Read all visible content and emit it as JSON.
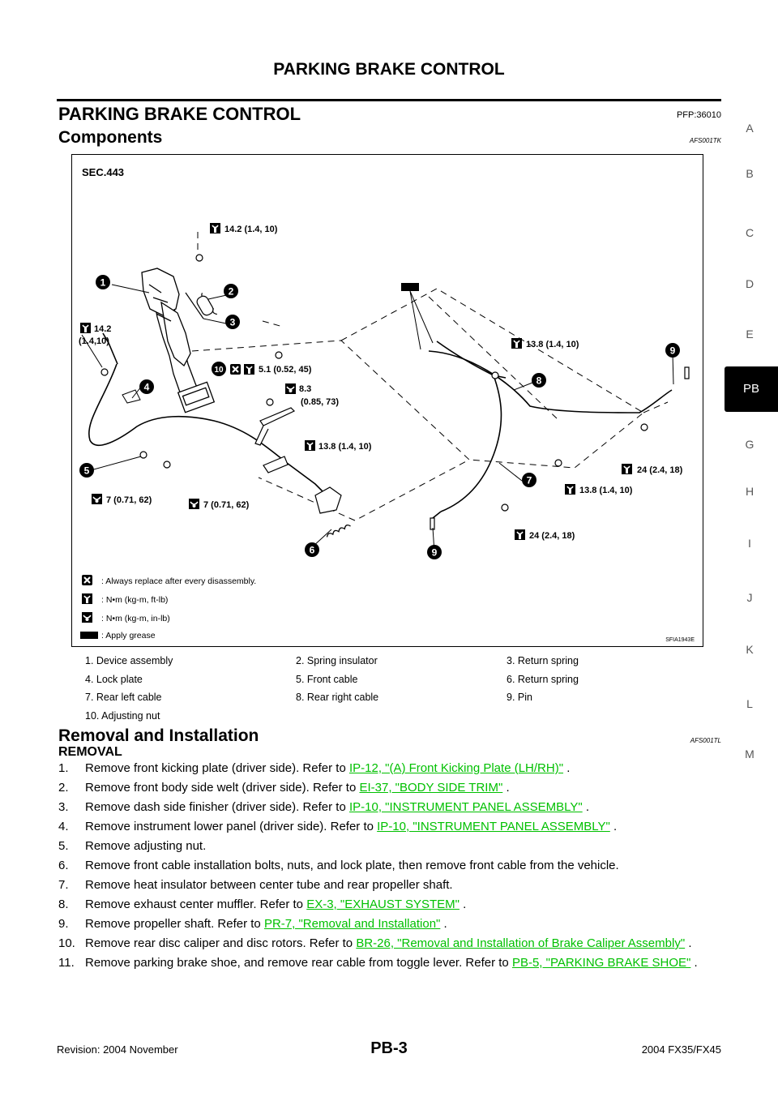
{
  "header": {
    "title": "PARKING BRAKE CONTROL"
  },
  "section": {
    "title": "PARKING BRAKE CONTROL",
    "pfp": "PFP:36010"
  },
  "components": {
    "title": "Components",
    "code": "AFS001TK"
  },
  "side_tabs": [
    "A",
    "B",
    "C",
    "D",
    "E",
    "PB",
    "G",
    "H",
    "I",
    "J",
    "K",
    "L",
    "M"
  ],
  "active_tab": "PB",
  "figure": {
    "sec": "SEC.443",
    "torques": {
      "t1": "14.2 (1.4, 10)",
      "t2a": "14.2",
      "t2b": "(1.4,10)",
      "t3": "5.1 (0.52, 45)",
      "t4a": "8.3",
      "t4b": "(0.85, 73)",
      "t5": "13.8 (1.4, 10)",
      "t6": "13.8 (1.4, 10)",
      "t7": "24 (2.4, 18)",
      "t8": "13.8 (1.4, 10)",
      "t9": "24 (2.4, 18)",
      "t10": "7 (0.71, 62)",
      "t11": "7 (0.71, 62)"
    },
    "callouts": [
      "1",
      "2",
      "3",
      "4",
      "5",
      "6",
      "7",
      "8",
      "9",
      "9",
      "10"
    ],
    "legend": [
      ": Always replace after every disassembly.",
      ": N•m (kg-m, ft-lb)",
      ": N•m (kg-m, in-lb)",
      ": Apply grease"
    ],
    "id": "SFIA1943E"
  },
  "parts": [
    [
      "1.  Device assembly",
      "2.  Spring insulator",
      "3.  Return spring"
    ],
    [
      "4.  Lock plate",
      "5.  Front cable",
      "6.  Return spring"
    ],
    [
      "7.  Rear left cable",
      "8.  Rear right cable",
      "9.  Pin"
    ],
    [
      "10.  Adjusting nut",
      "",
      ""
    ]
  ],
  "removal_installation": {
    "title": "Removal and Installation",
    "code": "AFS001TL",
    "subtitle": "REMOVAL"
  },
  "steps": [
    {
      "num": "1.",
      "text": "Remove front kicking plate (driver side). Refer to ",
      "link": "IP-12, \"(A) Front Kicking Plate (LH/RH)\"",
      "end": " ."
    },
    {
      "num": "2.",
      "text": "Remove front body side welt (driver side). Refer to  ",
      "link": "EI-37, \"BODY SIDE TRIM\"",
      "end": " ."
    },
    {
      "num": "3.",
      "text": "Remove dash side finisher (driver side). Refer to ",
      "link": "IP-10, \"INSTRUMENT PANEL ASSEMBLY\"",
      "end": " ."
    },
    {
      "num": "4.",
      "text": "Remove instrument lower panel (driver side). Refer to ",
      "link": "IP-10, \"INSTRUMENT PANEL ASSEMBLY\"",
      "end": " ."
    },
    {
      "num": "5.",
      "text": "Remove adjusting nut.",
      "link": "",
      "end": ""
    },
    {
      "num": "6.",
      "text": "Remove front cable installation bolts, nuts, and lock plate, then remove front cable from the vehicle.",
      "link": "",
      "end": ""
    },
    {
      "num": "7.",
      "text": "Remove heat insulator between center tube and rear propeller shaft.",
      "link": "",
      "end": ""
    },
    {
      "num": "8.",
      "text": "Remove exhaust center muffler. Refer to ",
      "link": "EX-3, \"EXHAUST SYSTEM\"",
      "end": " ."
    },
    {
      "num": "9.",
      "text": "Remove propeller shaft. Refer to ",
      "link": "PR-7, \"Removal and Installation\"",
      "end": " ."
    },
    {
      "num": "10.",
      "text": "Remove rear disc caliper and disc rotors. Refer to ",
      "link": "BR-26, \"Removal and Installation of Brake Caliper Assembly\"",
      "end": " ."
    },
    {
      "num": "11.",
      "text": "Remove parking brake shoe, and remove rear cable from toggle lever. Refer to ",
      "link": "PB-5, \"PARKING BRAKE SHOE\"",
      "end": " ."
    }
  ],
  "footer": {
    "revision": "Revision: 2004 November",
    "page": "PB-3",
    "model": "2004 FX35/FX45"
  }
}
